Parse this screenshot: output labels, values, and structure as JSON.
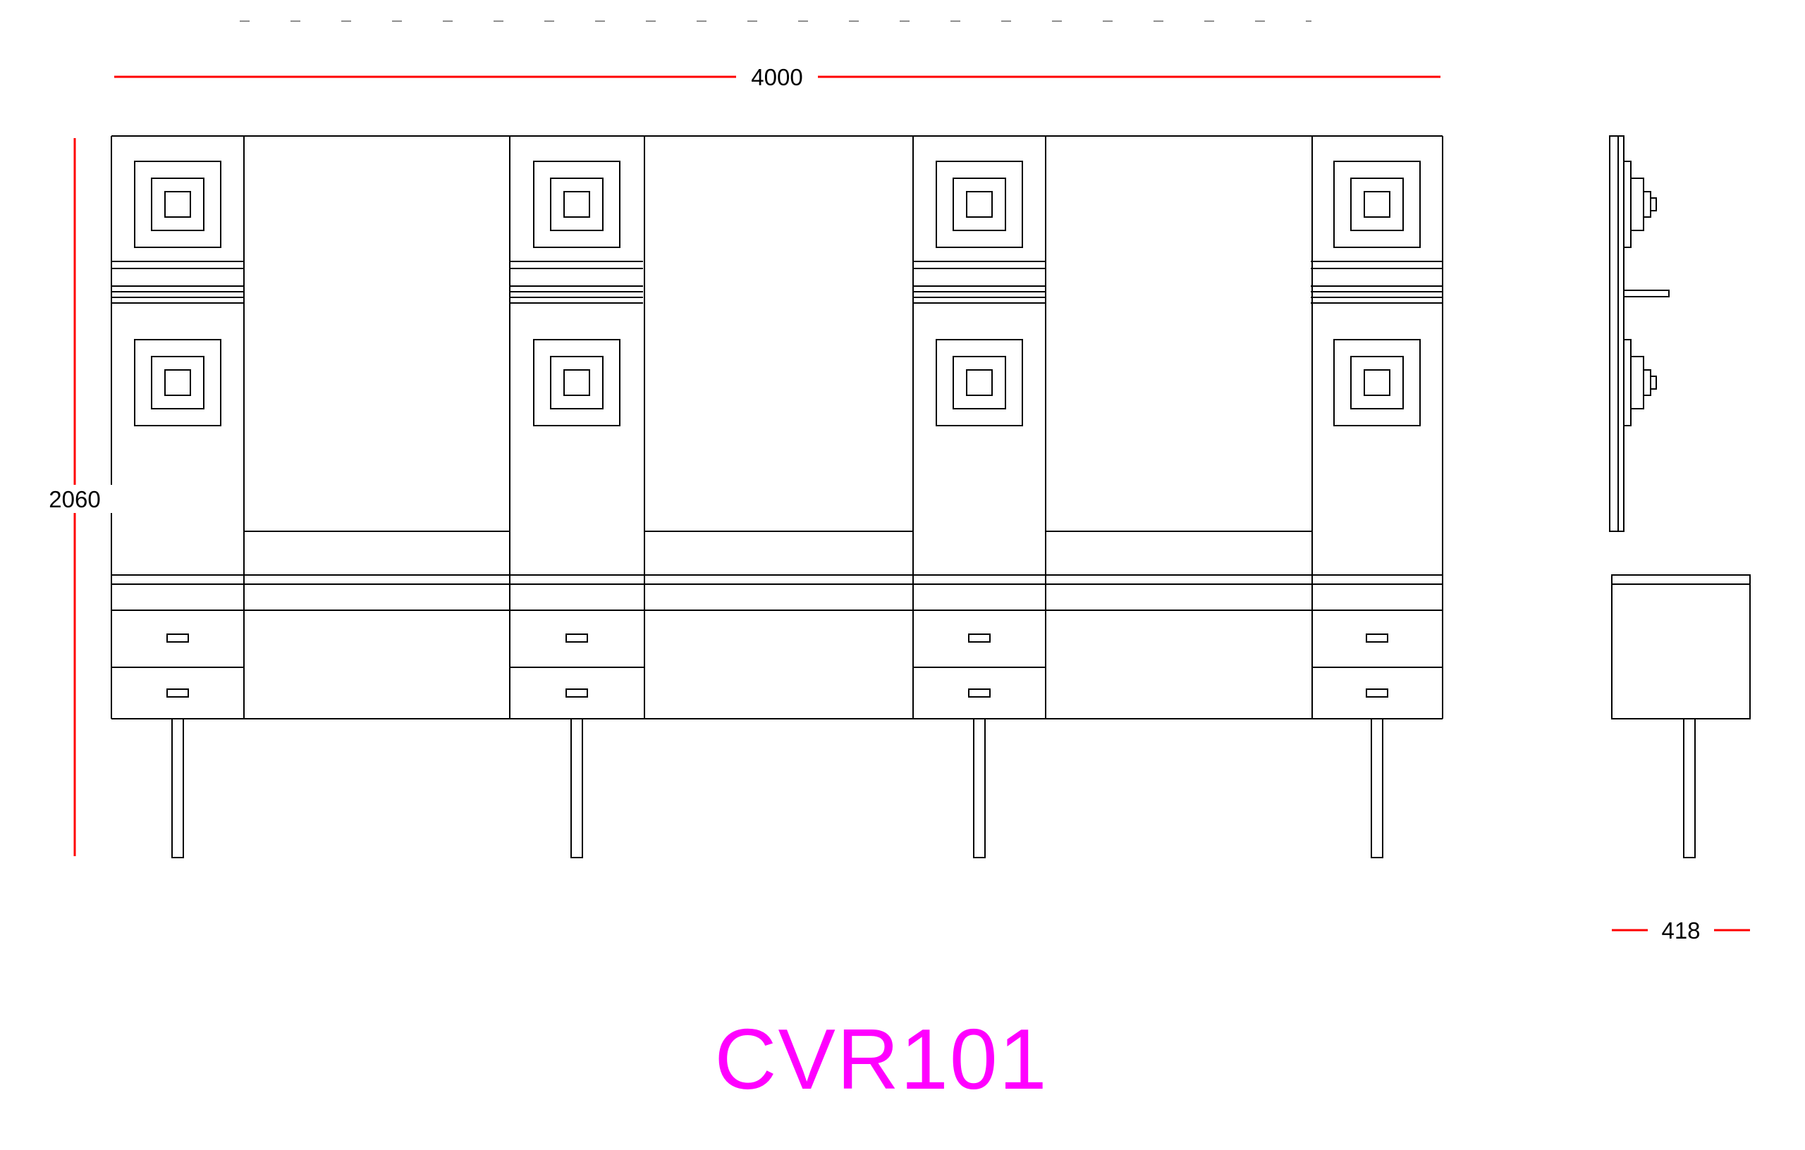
{
  "drawing": {
    "title": "CVR101",
    "title_color": "#ff00ff",
    "line_color": "#000000",
    "dimension_color": "#ff0000",
    "dimensions": {
      "width": "4000",
      "height": "2060",
      "depth": "418"
    }
  }
}
